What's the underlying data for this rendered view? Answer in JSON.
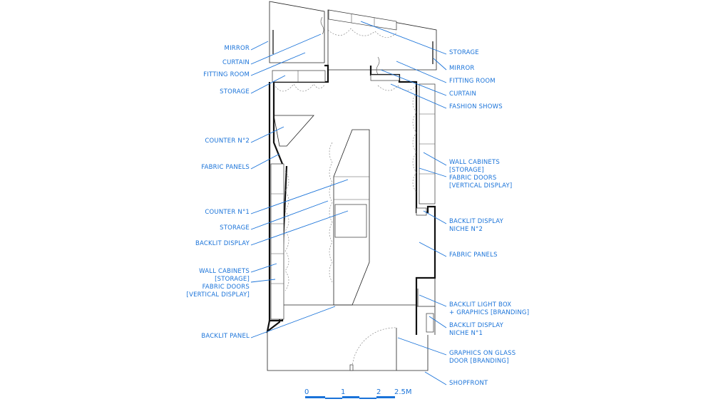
{
  "labels_left": [
    {
      "id": "mirror-left",
      "text": "MIRROR"
    },
    {
      "id": "curtain-left",
      "text": "CURTAIN"
    },
    {
      "id": "fitting-room-left",
      "text": "FITTING ROOM"
    },
    {
      "id": "storage-top-left",
      "text": "STORAGE"
    },
    {
      "id": "counter-2",
      "text": "COUNTER N°2"
    },
    {
      "id": "fabric-panels-left",
      "text": "FABRIC PANELS"
    },
    {
      "id": "counter-1",
      "text": "COUNTER N°1"
    },
    {
      "id": "storage-center",
      "text": "STORAGE"
    },
    {
      "id": "backlit-display",
      "text": "BACKLIT DISPLAY"
    },
    {
      "id": "wall-cabinets-left-1",
      "text": "WALL CABINETS"
    },
    {
      "id": "wall-cabinets-left-2",
      "text": "[STORAGE]"
    },
    {
      "id": "wall-cabinets-left-3",
      "text": "FABRIC DOORS"
    },
    {
      "id": "wall-cabinets-left-4",
      "text": "[VERTICAL DISPLAY]"
    },
    {
      "id": "backlit-panel",
      "text": "BACKLIT PANEL"
    }
  ],
  "labels_right": [
    {
      "id": "storage-top-right",
      "text": "STORAGE"
    },
    {
      "id": "mirror-right",
      "text": "MIRROR"
    },
    {
      "id": "fitting-room-right",
      "text": "FITTING ROOM"
    },
    {
      "id": "curtain-right",
      "text": "CURTAIN"
    },
    {
      "id": "fashion-shows",
      "text": "FASHION SHOWS"
    },
    {
      "id": "wall-cabinets-right-1",
      "text": "WALL CABINETS"
    },
    {
      "id": "wall-cabinets-right-2",
      "text": "[STORAGE]"
    },
    {
      "id": "wall-cabinets-right-3",
      "text": "FABRIC DOORS"
    },
    {
      "id": "wall-cabinets-right-4",
      "text": "[VERTICAL DISPLAY]"
    },
    {
      "id": "niche-2-1",
      "text": "BACKLIT DISPLAY"
    },
    {
      "id": "niche-2-2",
      "text": "NICHE N°2"
    },
    {
      "id": "fabric-panels-right",
      "text": "FABRIC PANELS"
    },
    {
      "id": "lightbox-1",
      "text": "BACKLIT LIGHT BOX"
    },
    {
      "id": "lightbox-2",
      "text": "+ GRAPHICS [BRANDING]"
    },
    {
      "id": "niche-1-1",
      "text": "BACKLIT DISPLAY"
    },
    {
      "id": "niche-1-2",
      "text": "NICHE N°1"
    },
    {
      "id": "glass-1",
      "text": "GRAPHICS ON GLASS"
    },
    {
      "id": "glass-2",
      "text": "DOOR [BRANDING]"
    },
    {
      "id": "shopfront",
      "text": "SHOPFRONT"
    }
  ],
  "scale": {
    "ticks": [
      "0",
      "1",
      "2",
      "2.5M"
    ],
    "color": "#1a73d9"
  },
  "colors": {
    "label": "#1a73d9",
    "wall": "#111111"
  }
}
